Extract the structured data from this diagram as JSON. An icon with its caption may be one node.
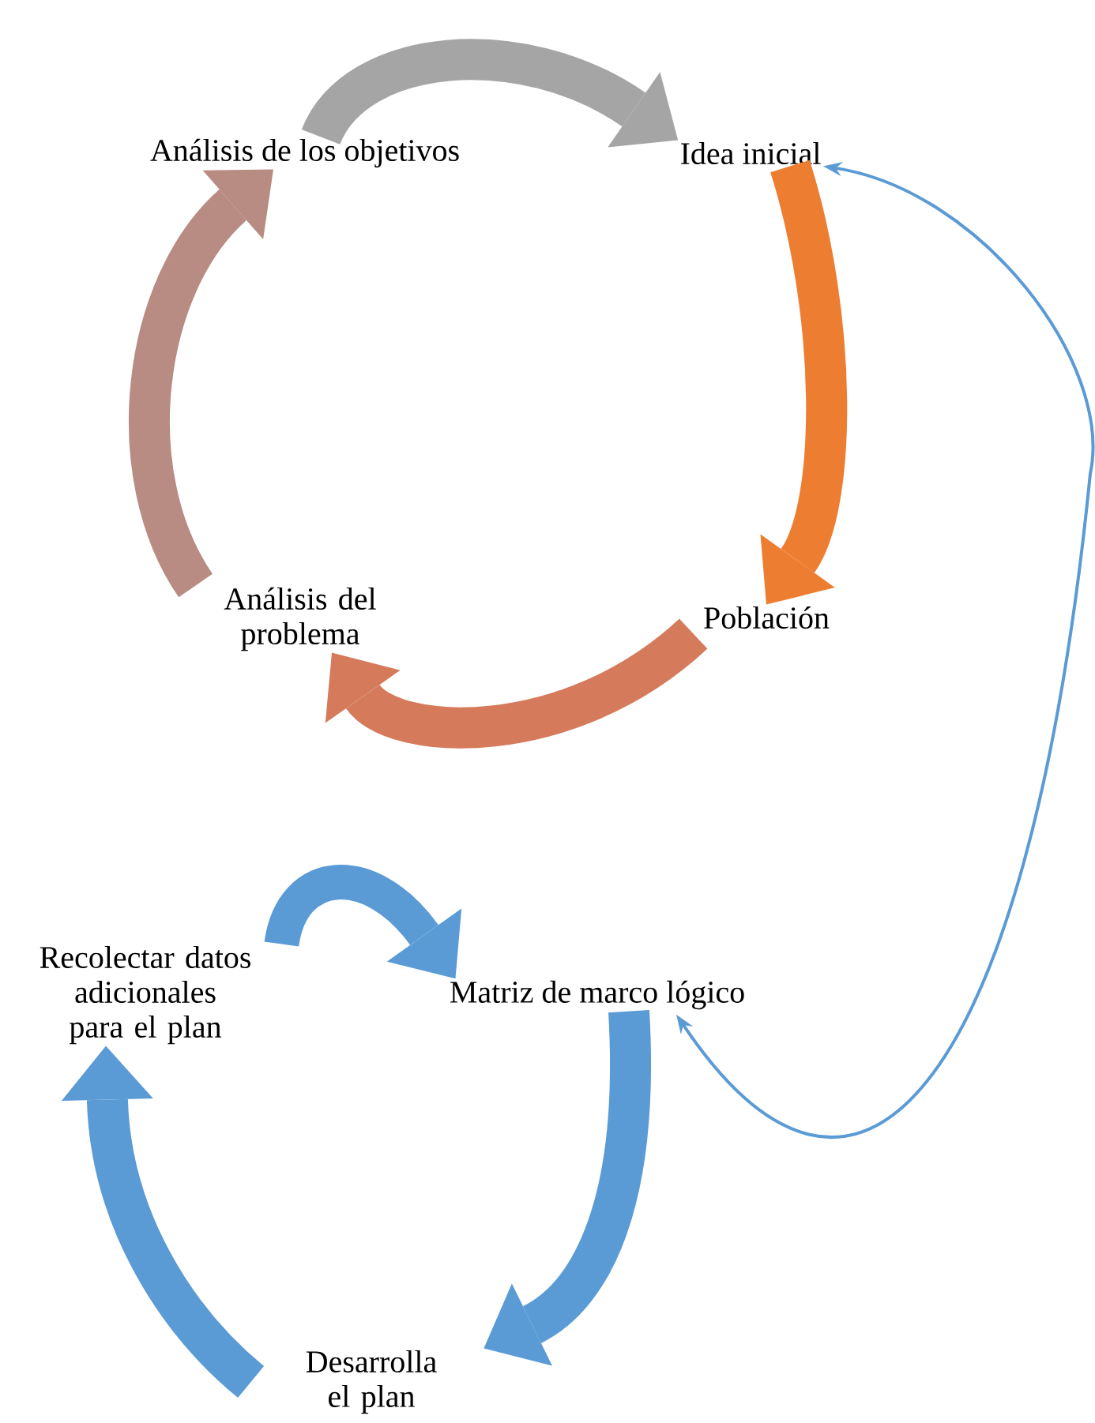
{
  "diagram": {
    "nodes": [
      {
        "text": [
          "Idea inicial"
        ]
      },
      {
        "text": [
          "Población"
        ]
      },
      {
        "text": [
          "Análisis del problema"
        ]
      },
      {
        "text": [
          "Análisis de los objetivos"
        ]
      },
      {
        "text": [
          "Matriz de marco lógico"
        ]
      },
      {
        "text": [
          "Desarrolla el plan"
        ]
      },
      {
        "text": [
          "Recolectar datos adicionales para el plan"
        ]
      }
    ],
    "edges": [
      {
        "from": 3,
        "to": 0,
        "arrow": "to",
        "color": "#a5a5a5"
      },
      {
        "from": 0,
        "to": 1,
        "arrow": "to",
        "color": "#ed7d31"
      },
      {
        "from": 1,
        "to": 2,
        "arrow": "to",
        "color": "#d57b5b"
      },
      {
        "from": 2,
        "to": 3,
        "arrow": "to",
        "color": "#b88c82"
      },
      {
        "from": 6,
        "to": 4,
        "arrow": "to",
        "color": "#5b9bd5"
      },
      {
        "from": 4,
        "to": 5,
        "arrow": "to",
        "color": "#5b9bd5"
      },
      {
        "from": 5,
        "to": 6,
        "arrow": "to",
        "color": "#5b9bd5"
      },
      {
        "from": 4,
        "to": 0,
        "arrow": "both",
        "color": "#5b9bd5"
      }
    ]
  }
}
